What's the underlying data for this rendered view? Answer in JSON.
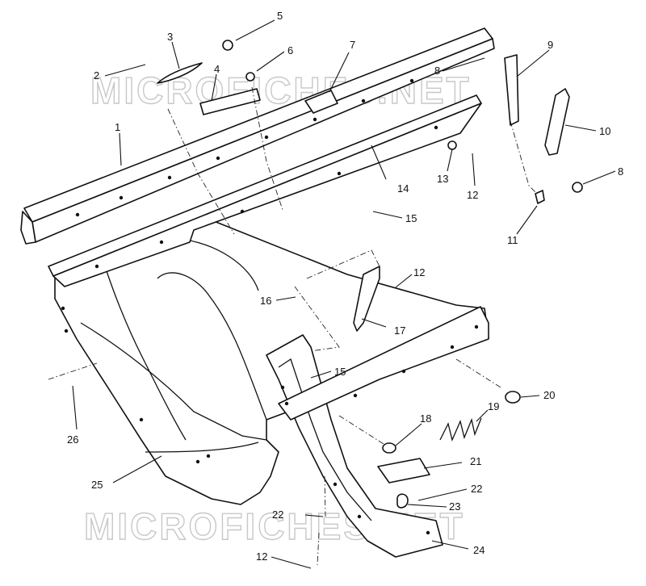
{
  "watermark": {
    "top": "MICROFICHES.NET",
    "bottom": "MICROFICHES.NET"
  },
  "callouts": {
    "c1": "1",
    "c2": "2",
    "c3": "3",
    "c4": "4",
    "c5": "5",
    "c6": "6",
    "c7": "7",
    "c8a": "8",
    "c8b": "8",
    "c9": "9",
    "c10": "10",
    "c11": "11",
    "c12a": "12",
    "c12b": "12",
    "c12c": "12",
    "c13": "13",
    "c14": "14",
    "c15a": "15",
    "c15b": "15",
    "c16": "16",
    "c17": "17",
    "c18": "18",
    "c19": "19",
    "c20": "20",
    "c21": "21",
    "c22a": "22",
    "c22b": "22",
    "c23": "23",
    "c24": "24",
    "c25": "25",
    "c26": "26"
  }
}
